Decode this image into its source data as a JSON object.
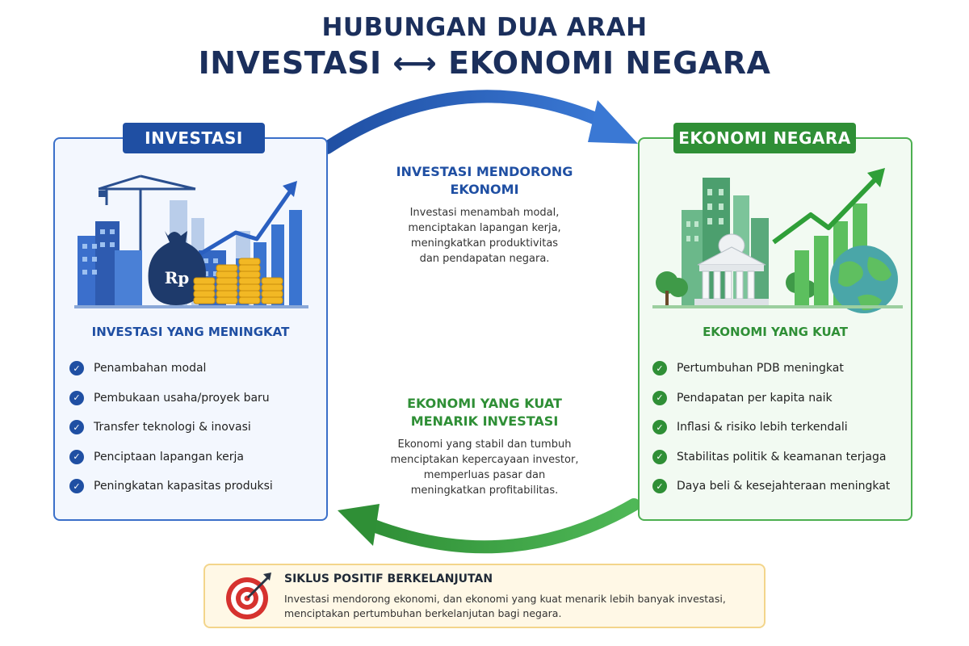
{
  "header": {
    "line1": "HUBUNGAN DUA ARAH",
    "line2": "INVESTASI ⟷ EKONOMI NEGARA"
  },
  "left_panel": {
    "tag": "INVESTASI",
    "coin_label": "Rp",
    "heading": "INVESTASI YANG MENINGKAT",
    "items": [
      "Penambahan modal",
      "Pembukaan usaha/proyek baru",
      "Transfer teknologi & inovasi",
      "Penciptaan lapangan kerja",
      "Peningkatan kapasitas produksi"
    ]
  },
  "right_panel": {
    "tag": "EKONOMI NEGARA",
    "heading": "EKONOMI YANG KUAT",
    "items": [
      "Pertumbuhan PDB meningkat",
      "Pendapatan per kapita naik",
      "Inflasi & risiko lebih terkendali",
      "Stabilitas politik & keamanan terjaga",
      "Daya beli & kesejahteraan meningkat"
    ]
  },
  "flow_top": {
    "heading_1": "INVESTASI MENDORONG",
    "heading_2": "EKONOMI",
    "lines": [
      "Investasi menambah modal,",
      "menciptakan lapangan kerja,",
      "meningkatkan produktivitas",
      "dan pendapatan negara."
    ]
  },
  "flow_bottom": {
    "heading_1": "EKONOMI YANG KUAT",
    "heading_2": "MENARIK INVESTASI",
    "lines": [
      "Ekonomi yang stabil dan tumbuh",
      "menciptakan kepercayaan investor,",
      "memperluas pasar dan",
      "meningkatkan profitabilitas."
    ]
  },
  "footer": {
    "heading": "SIKLUS POSITIF BERKELANJUTAN",
    "lines": [
      "Investasi mendorong ekonomi, dan ekonomi yang kuat menarik lebih banyak investasi,",
      "menciptakan pertumbuhan berkelanjutan bagi negara."
    ]
  },
  "icons": {
    "check": "check-circle-icon",
    "target": "target-icon",
    "arrow_top": "arrow-right-curved-icon",
    "arrow_bottom": "arrow-left-curved-icon"
  },
  "colors": {
    "navy": "#1b2f5c",
    "blue": "#1f4fa3",
    "blue_light": "#3a6fc9",
    "green": "#2f8f36",
    "green_light": "#4caf50",
    "footer_bg": "#fff8e6",
    "footer_border": "#f3d58b"
  }
}
